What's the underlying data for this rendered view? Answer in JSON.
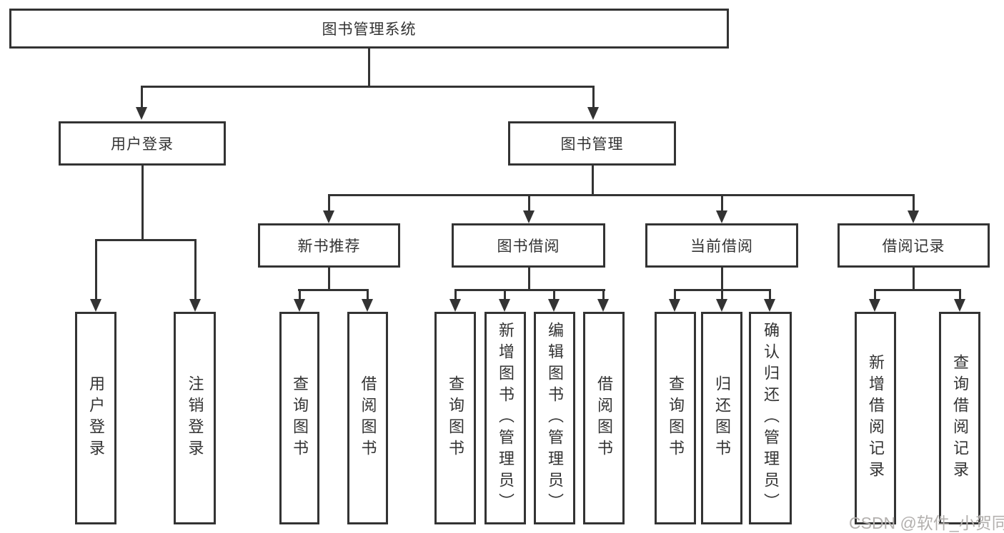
{
  "colors": {
    "line": "#333333",
    "text": "#333333",
    "watermark": "#b3b0ae",
    "background": "#ffffff"
  },
  "watermark": "CSDN @软件_小贺同学",
  "tree": {
    "root": {
      "label": "图书管理系统"
    },
    "branches": [
      {
        "label": "用户登录",
        "children": [
          {
            "label": "用户登录"
          },
          {
            "label": "注销登录"
          }
        ]
      },
      {
        "label": "图书管理",
        "groups": [
          {
            "label": "新书推荐",
            "children": [
              {
                "label": "查询图书"
              },
              {
                "label": "借阅图书"
              }
            ]
          },
          {
            "label": "图书借阅",
            "children": [
              {
                "label": "查询图书"
              },
              {
                "label": "新增图书（管理员）"
              },
              {
                "label": "编辑图书（管理员）"
              },
              {
                "label": "借阅图书"
              }
            ]
          },
          {
            "label": "当前借阅",
            "children": [
              {
                "label": "查询图书"
              },
              {
                "label": "归还图书"
              },
              {
                "label": "确认归还（管理员）"
              }
            ]
          },
          {
            "label": "借阅记录",
            "children": [
              {
                "label": "新增借阅记录"
              },
              {
                "label": "查询借阅记录"
              }
            ]
          }
        ]
      }
    ]
  }
}
